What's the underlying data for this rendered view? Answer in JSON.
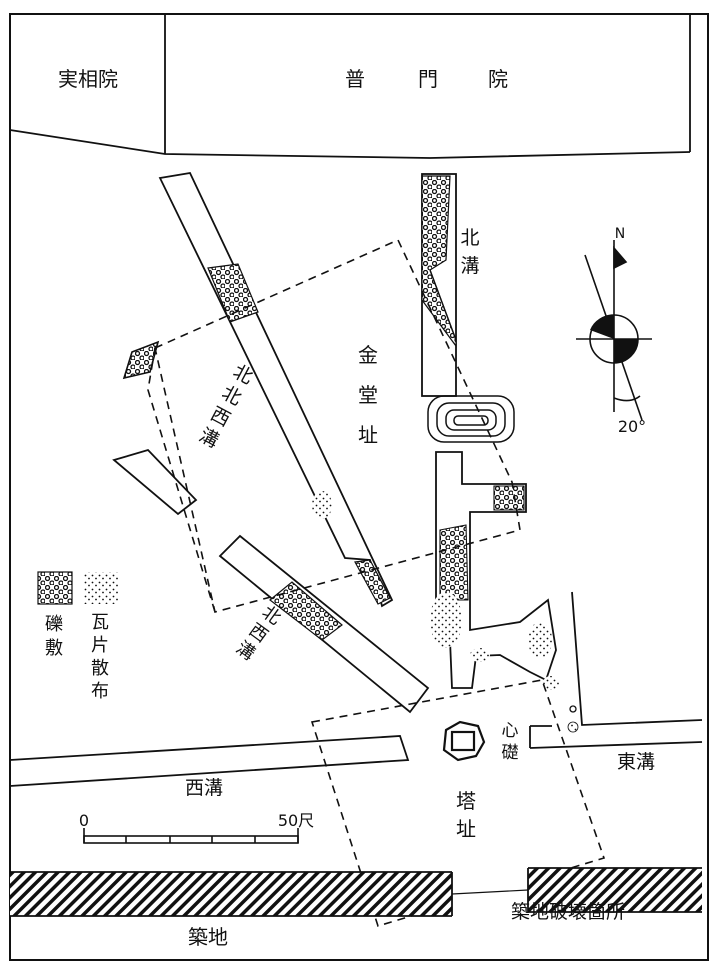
{
  "buildings": {
    "jissoin": "実相院",
    "fumon": [
      "普",
      "門",
      "院"
    ]
  },
  "features": {
    "kondo": [
      "金",
      "堂",
      "址"
    ],
    "north_ditch": [
      "北",
      "溝"
    ],
    "nnw_ditch": [
      "北",
      "北",
      "西",
      "溝"
    ],
    "nw_ditch": [
      "北",
      "西",
      "溝"
    ],
    "west_ditch": "西溝",
    "east_ditch": "東溝",
    "pagoda": [
      "塔",
      "址"
    ],
    "foundation_stone": [
      "心",
      "礎"
    ],
    "wall": "築地",
    "wall_broken": "築地破壊箇所"
  },
  "legend": {
    "gravel": [
      "礫",
      "敷"
    ],
    "tile": [
      "瓦",
      "片",
      "散",
      "布"
    ]
  },
  "compass": {
    "north": "N",
    "angle": "20°"
  },
  "scale": {
    "zero": "0",
    "max": "50尺"
  },
  "colors": {
    "ink": "#111111",
    "paper": "#ffffff"
  }
}
